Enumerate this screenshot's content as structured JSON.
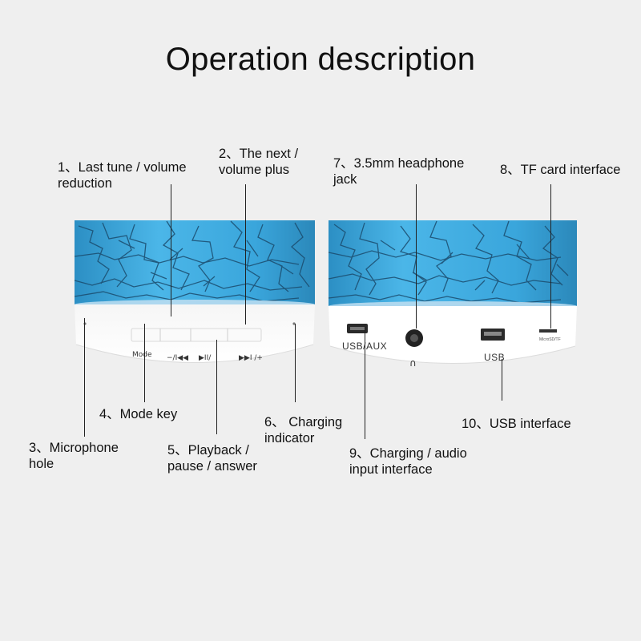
{
  "title": "Operation description",
  "labels": {
    "l1": "1、Last tune / volume\nreduction",
    "l2": "2、The next /\nvolume plus",
    "l3": "3、Microphone\nhole",
    "l4": "4、Mode key",
    "l5": "5、Playback /\npause / answer",
    "l6": "6、 Charging\nindicator",
    "l7": "7、3.5mm headphone\njack",
    "l8": "8、TF card interface",
    "l9": "9、Charging / audio\ninput interface",
    "l10": "10、USB interface"
  },
  "device_left": {
    "mode_text": "Mode",
    "prev_text": "−/I◀◀",
    "play_text": "▶II/",
    "next_text": "▶▶I /+"
  },
  "device_right": {
    "usb_aux_text": "USB/AUX",
    "usb_text": "USB",
    "tf_text": "MicroSD/TF"
  },
  "colors": {
    "shell_blue": "#3aa6dc",
    "crack": "#1b4c6e",
    "base_white": "#ffffff",
    "background": "#efefef"
  }
}
